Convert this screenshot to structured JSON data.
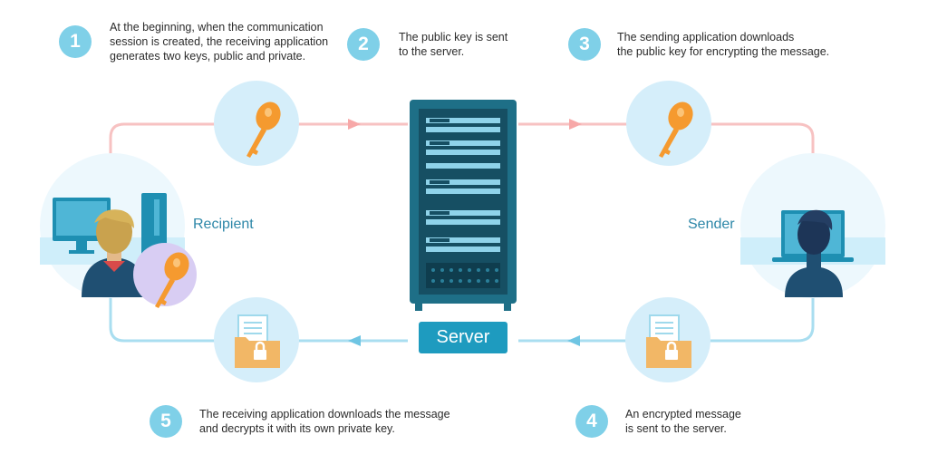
{
  "steps": [
    {
      "num": "1",
      "lines": [
        "At the beginning, when the communication",
        "session is created, the receiving application",
        "generates two keys, public and private."
      ]
    },
    {
      "num": "2",
      "lines": [
        "The public key is sent",
        "to the server."
      ]
    },
    {
      "num": "3",
      "lines": [
        "The sending application downloads",
        "the public key for encrypting the message."
      ]
    },
    {
      "num": "4",
      "lines": [
        "An encrypted message",
        "is sent to the server."
      ]
    },
    {
      "num": "5",
      "lines": [
        "The receiving application downloads the message",
        "and decrypts it with its own private key."
      ]
    }
  ],
  "labels": {
    "recipient": "Recipient",
    "sender": "Sender",
    "server": "Server"
  },
  "colors": {
    "step_badge": "#7fd0e8",
    "arrow_top": "#f7b8b8",
    "arrow_bottom": "#8dd3ea",
    "server": "#1e6f87",
    "key": "#f59a2f",
    "folder": "#f2b766"
  }
}
